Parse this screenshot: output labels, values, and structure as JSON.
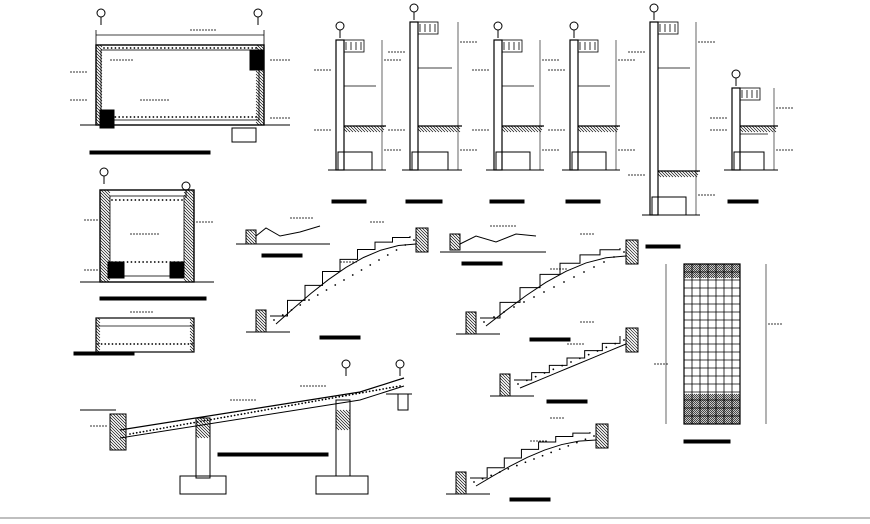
{
  "drawing": {
    "background": "#ffffff",
    "ink": "#000000",
    "hatch": "#000000",
    "panels": [
      {
        "id": "tank-section-1",
        "label": ""
      },
      {
        "id": "tank-section-2",
        "label": ""
      },
      {
        "id": "tank-plan-strip",
        "label": ""
      },
      {
        "id": "wall-section-1",
        "label": ""
      },
      {
        "id": "wall-section-2",
        "label": ""
      },
      {
        "id": "wall-section-3",
        "label": ""
      },
      {
        "id": "wall-section-4",
        "label": ""
      },
      {
        "id": "wall-section-5",
        "label": ""
      },
      {
        "id": "wall-section-6",
        "label": ""
      },
      {
        "id": "stair-section-1",
        "label": ""
      },
      {
        "id": "stair-section-2",
        "label": ""
      },
      {
        "id": "stair-section-3",
        "label": ""
      },
      {
        "id": "stair-section-4",
        "label": ""
      },
      {
        "id": "stair-section-5",
        "label": ""
      },
      {
        "id": "ramp-beam-section",
        "label": ""
      },
      {
        "id": "reinforcement-grid",
        "label": ""
      }
    ]
  }
}
